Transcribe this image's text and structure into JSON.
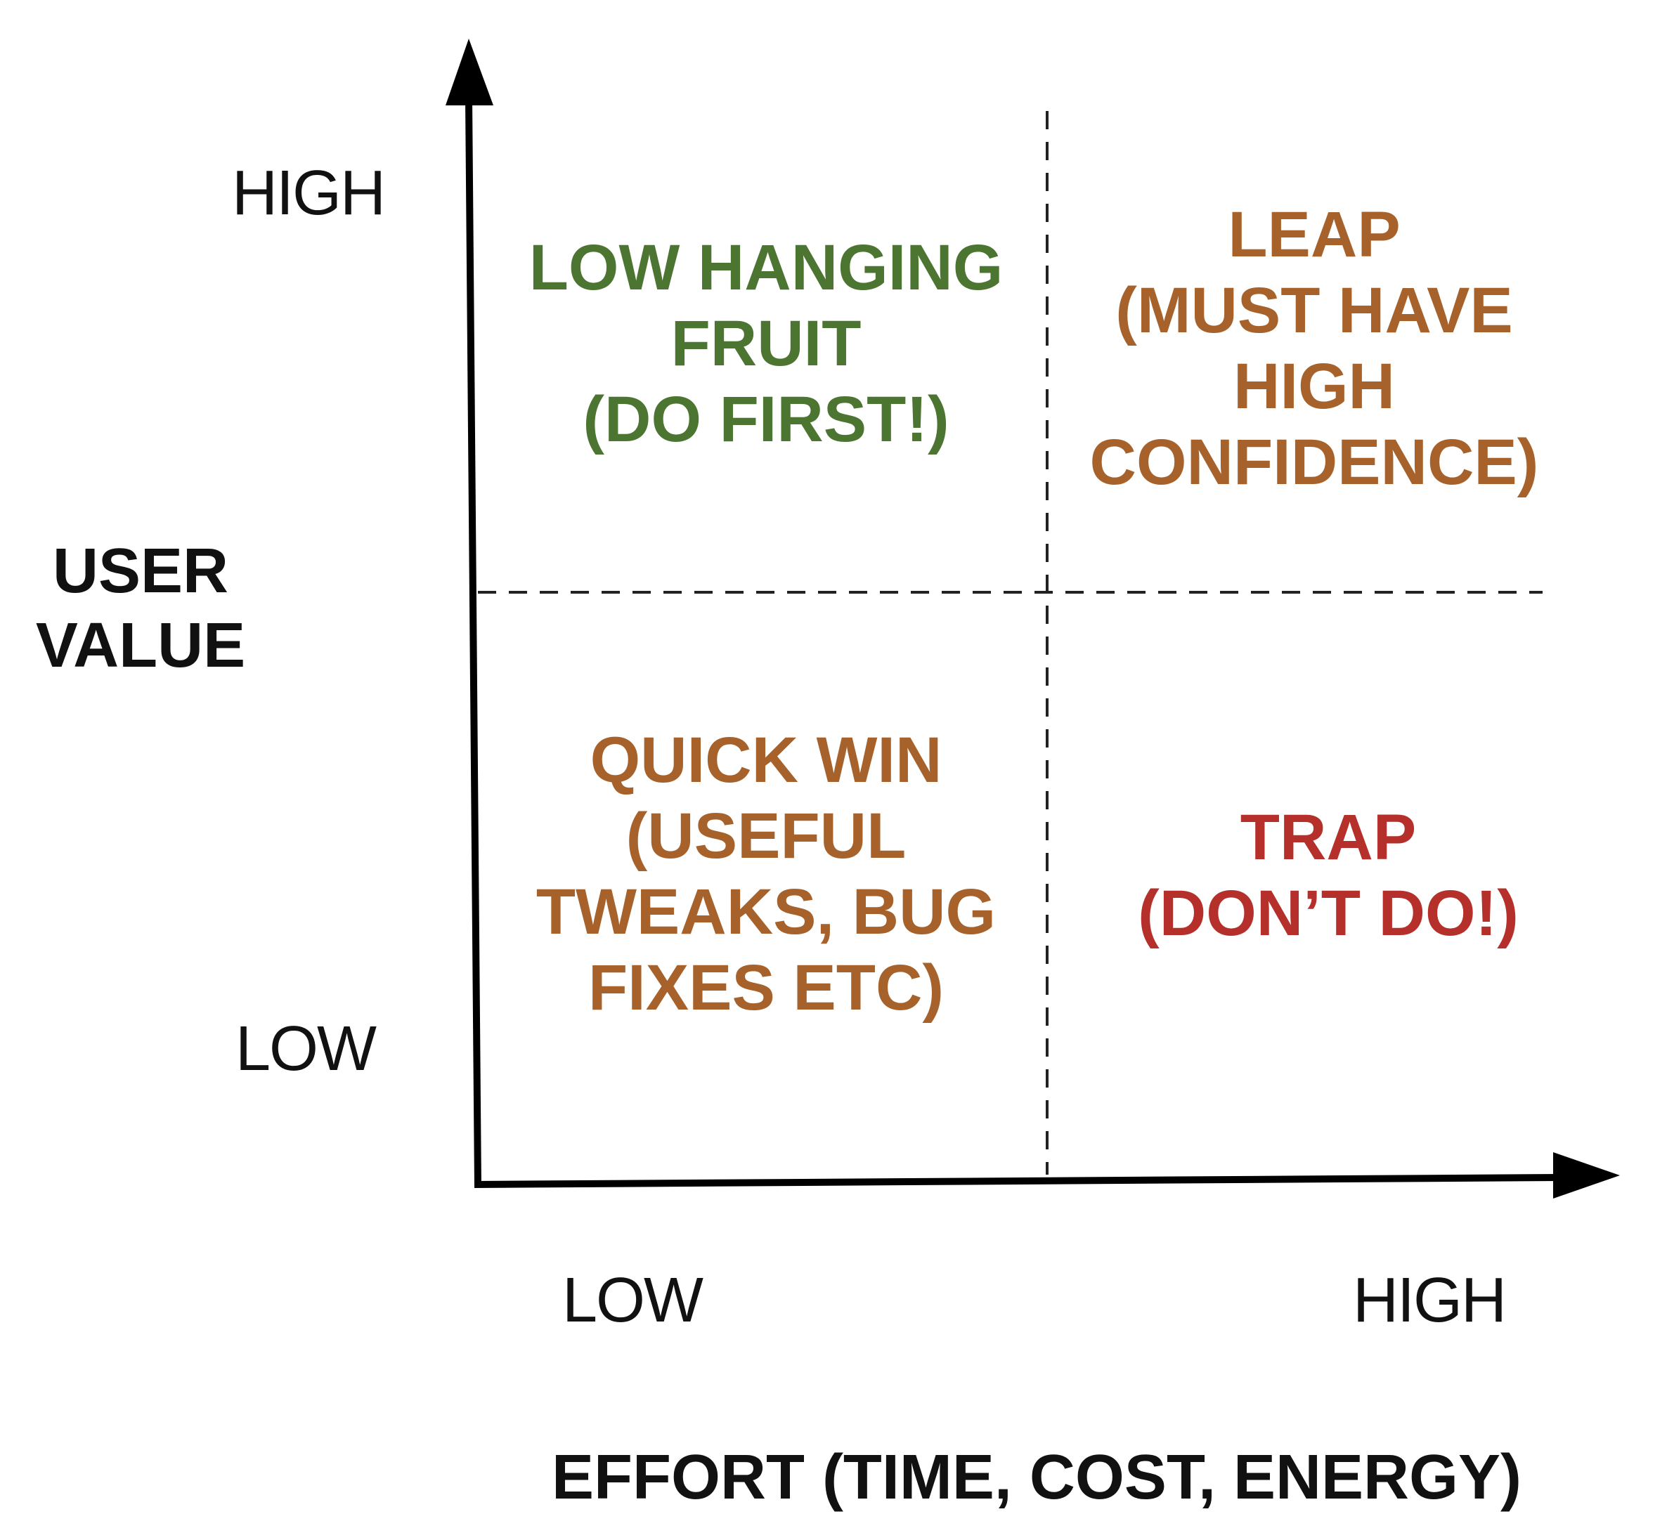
{
  "y_axis": {
    "title_lines": [
      "USER",
      "VALUE"
    ],
    "tick_high": "HIGH",
    "tick_low": "LOW"
  },
  "x_axis": {
    "title": "EFFORT (TIME, COST, ENERGY)",
    "tick_low": "LOW",
    "tick_high": "HIGH"
  },
  "quadrants": {
    "top_left": {
      "lines": [
        "LOW HANGING",
        "FRUIT",
        "(DO FIRST!)"
      ],
      "color": "#4b7530"
    },
    "top_right": {
      "lines": [
        "LEAP",
        "(MUST HAVE",
        "HIGH",
        "CONFIDENCE)"
      ],
      "color": "#a6622a"
    },
    "bottom_left": {
      "lines": [
        "QUICK WIN",
        "(USEFUL",
        "TWEAKS, BUG",
        "FIXES ETC)"
      ],
      "color": "#a6622a"
    },
    "bottom_right": {
      "lines": [
        "TRAP",
        "(DON’T DO!)"
      ],
      "color": "#b5302a"
    }
  },
  "colors": {
    "axis": "#000000",
    "divider": "#222222"
  }
}
